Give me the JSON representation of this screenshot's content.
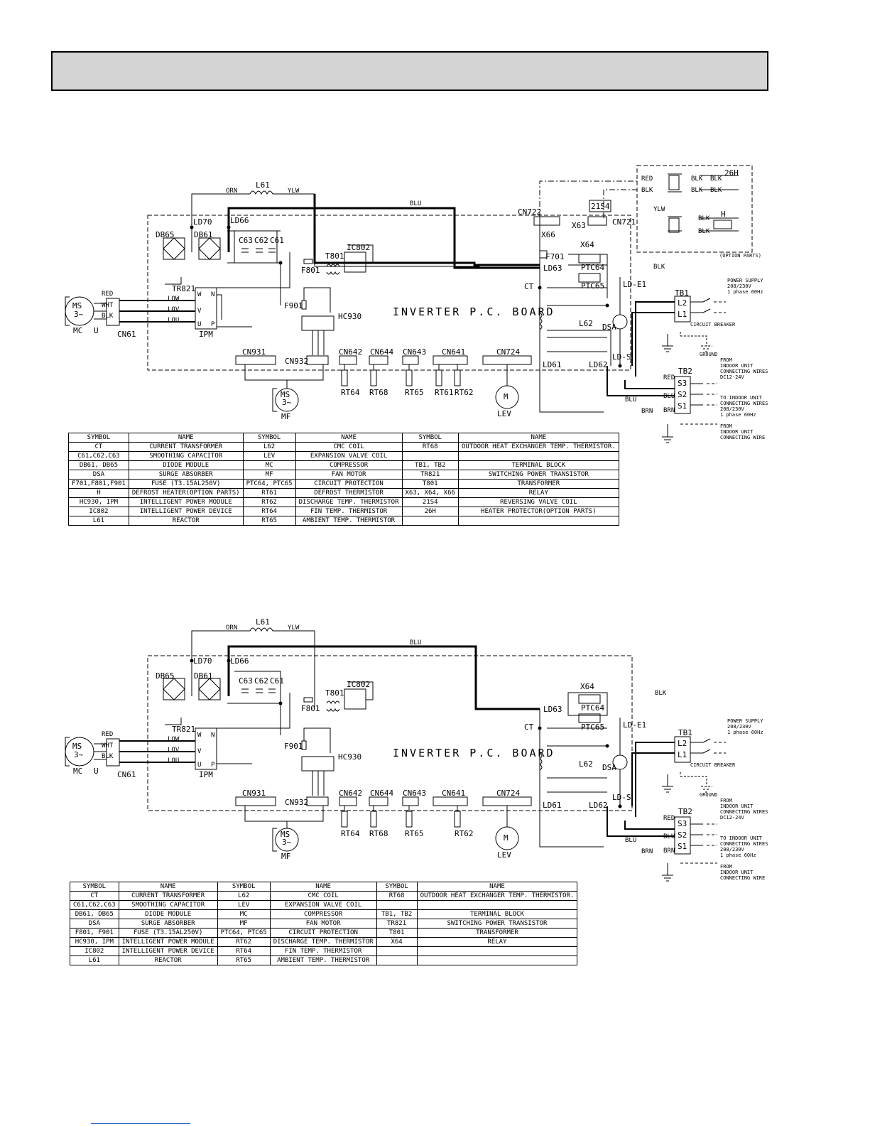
{
  "diagrams": [
    {
      "id": "top",
      "board_label": "INVERTER P.C. BOARD",
      "wires": {
        "orn": "ORN",
        "ylw": "YLW",
        "blu": "BLU",
        "blk": "BLK",
        "red": "RED",
        "wht": "WHT",
        "brn": "BRN",
        "yl": "YLW"
      },
      "components": {
        "l61": "L61",
        "ld70": "LD70",
        "ld66": "LD66",
        "db65": "DB65",
        "db61": "DB61",
        "c63": "C63",
        "c62": "C62",
        "c61": "C61",
        "f801": "F801",
        "t801": "T801",
        "ic802": "IC802",
        "tr821": "TR821",
        "ipm": "IPM",
        "f901": "F901",
        "hc930": "HC930",
        "cn722": "CN722",
        "cn721": "CN721",
        "s21s4": "21S4",
        "x66": "X66",
        "x63": "X63",
        "x64": "X64",
        "f701": "F701",
        "ld63": "LD63",
        "ptc64": "PTC64",
        "ptc65": "PTC65",
        "ct": "CT",
        "ld_e1": "LD-E1",
        "l62": "L62",
        "dsa": "DSA",
        "ld61": "LD61",
        "ld62": "LD62",
        "ld_s": "LD-S",
        "cn931": "CN931",
        "cn932": "CN932",
        "cn642": "CN642",
        "cn644": "CN644",
        "cn643": "CN643",
        "cn641": "CN641",
        "cn724": "CN724",
        "rt64": "RT64",
        "rt68": "RT68",
        "rt65": "RT65",
        "rt61": "RT61",
        "rt62": "RT62",
        "mf": "MF",
        "lev": "LEV",
        "mc": "MC",
        "cn61": "CN61",
        "ms": "MS",
        "three_phase": "3~",
        "m": "M",
        "u": "U",
        "v": "V",
        "w": "W",
        "n": "N",
        "p": "P",
        "low": "LOW",
        "lov": "LOV",
        "lou": "LOU",
        "tb1": "TB1",
        "tb2": "TB2",
        "l1": "L1",
        "l2": "L2",
        "s1": "S1",
        "s2": "S2",
        "s3": "S3",
        "h25": "26H",
        "h": "H"
      },
      "notes": {
        "option_parts": "(OPTION PARTS)",
        "power_supply": [
          "POWER SUPPLY",
          "208/230V",
          "1 phase 60Hz"
        ],
        "circuit_breaker": "CIRCUIT BREAKER",
        "ground": "GROUND",
        "from_indoor_1": [
          "FROM",
          "INDOOR UNIT",
          "CONNECTING WIRES",
          "DC12-24V"
        ],
        "to_indoor": [
          "TO INDOOR UNIT",
          "CONNECTING WIRES",
          "208/230V",
          "1 phase 60Hz"
        ],
        "from_indoor_2": [
          "FROM",
          "INDOOR UNIT",
          "CONNECTING WIRE"
        ]
      },
      "legend": {
        "headers": [
          "SYMBOL",
          "NAME",
          "SYMBOL",
          "NAME",
          "SYMBOL",
          "NAME"
        ],
        "rows": [
          [
            "CT",
            "CURRENT TRANSFORMER",
            "L62",
            "CMC COIL",
            "RT68",
            "OUTDOOR HEAT EXCHANGER TEMP. THERMISTOR."
          ],
          [
            "C61,C62,C63",
            "SMOOTHING CAPACITOR",
            "LEV",
            "EXPANSION VALVE COIL",
            "",
            ""
          ],
          [
            "DB61, DB65",
            "DIODE MODULE",
            "MC",
            "COMPRESSOR",
            "TB1, TB2",
            "TERMINAL BLOCK"
          ],
          [
            "DSA",
            "SURGE ABSORBER",
            "MF",
            "FAN MOTOR",
            "TR821",
            "SWITCHING POWER TRANSISTOR"
          ],
          [
            "F701,F801,F901",
            "FUSE (T3.15AL250V)",
            "PTC64, PTC65",
            "CIRCUIT PROTECTION",
            "T801",
            "TRANSFORMER"
          ],
          [
            "H",
            "DEFROST HEATER(OPTION PARTS)",
            "RT61",
            "DEFROST THERMISTOR",
            "X63, X64, X66",
            "RELAY"
          ],
          [
            "HC930, IPM",
            "INTELLIGENT POWER MODULE",
            "RT62",
            "DISCHARGE TEMP. THERMISTOR",
            "21S4",
            "REVERSING VALVE COIL"
          ],
          [
            "IC802",
            "INTELLIGENT POWER DEVICE",
            "RT64",
            "FIN TEMP. THERMISTOR",
            "26H",
            "HEATER PROTECTOR(OPTION PARTS)"
          ],
          [
            "L61",
            "REACTOR",
            "RT65",
            "AMBIENT TEMP. THERMISTOR",
            "",
            ""
          ]
        ]
      }
    },
    {
      "id": "bottom",
      "board_label": "INVERTER P.C. BOARD",
      "wires": {
        "orn": "ORN",
        "ylw": "YLW",
        "blu": "BLU",
        "blk": "BLK",
        "red": "RED",
        "wht": "WHT",
        "brn": "BRN"
      },
      "components": {
        "l61": "L61",
        "ld70": "LD70",
        "ld66": "LD66",
        "db65": "DB65",
        "db61": "DB61",
        "c63": "C63",
        "c62": "C62",
        "c61": "C61",
        "f801": "F801",
        "t801": "T801",
        "ic802": "IC802",
        "tr821": "TR821",
        "ipm": "IPM",
        "f901": "F901",
        "hc930": "HC930",
        "x64": "X64",
        "ld63": "LD63",
        "ptc64": "PTC64",
        "ptc65": "PTC65",
        "ct": "CT",
        "ld_e1": "LD-E1",
        "l62": "L62",
        "dsa": "DSA",
        "ld61": "LD61",
        "ld62": "LD62",
        "ld_s": "LD-S",
        "cn931": "CN931",
        "cn932": "CN932",
        "cn642": "CN642",
        "cn644": "CN644",
        "cn643": "CN643",
        "cn641": "CN641",
        "cn724": "CN724",
        "rt64": "RT64",
        "rt68": "RT68",
        "rt65": "RT65",
        "rt62": "RT62",
        "mf": "MF",
        "lev": "LEV",
        "mc": "MC",
        "cn61": "CN61",
        "ms": "MS",
        "three_phase": "3~",
        "m": "M",
        "u": "U",
        "v": "V",
        "w": "W",
        "n": "N",
        "p": "P",
        "low": "LOW",
        "lov": "LOV",
        "lou": "LOU",
        "tb1": "TB1",
        "tb2": "TB2",
        "l1": "L1",
        "l2": "L2",
        "s1": "S1",
        "s2": "S2",
        "s3": "S3"
      },
      "notes": {
        "power_supply": [
          "POWER SUPPLY",
          "208/230V",
          "1 phase 60Hz"
        ],
        "circuit_breaker": "CIRCUIT BREAKER",
        "ground": "GROUND",
        "from_indoor_1": [
          "FROM",
          "INDOOR UNIT",
          "CONNECTING WIRES",
          "DC12-24V"
        ],
        "to_indoor": [
          "TO INDOOR UNIT",
          "CONNECTING WIRES",
          "208/230V",
          "1 phase 60Hz"
        ],
        "from_indoor_2": [
          "FROM",
          "INDOOR UNIT",
          "CONNECTING WIRE"
        ]
      },
      "legend": {
        "headers": [
          "SYMBOL",
          "NAME",
          "SYMBOL",
          "NAME",
          "SYMBOL",
          "NAME"
        ],
        "rows": [
          [
            "CT",
            "CURRENT TRANSFORMER",
            "L62",
            "CMC COIL",
            "RT68",
            "OUTDOOR HEAT EXCHANGER TEMP. THERMISTOR."
          ],
          [
            "C61,C62,C63",
            "SMOOTHING CAPACITOR",
            "LEV",
            "EXPANSION VALVE COIL",
            "",
            ""
          ],
          [
            "DB61, DB65",
            "DIODE MODULE",
            "MC",
            "COMPRESSOR",
            "TB1, TB2",
            "TERMINAL BLOCK"
          ],
          [
            "DSA",
            "SURGE ABSORBER",
            "MF",
            "FAN MOTOR",
            "TR821",
            "SWITCHING POWER TRANSISTOR"
          ],
          [
            "F801, F901",
            "FUSE (T3.15AL250V)",
            "PTC64, PTC65",
            "CIRCUIT PROTECTION",
            "T801",
            "TRANSFORMER"
          ],
          [
            "HC930, IPM",
            "INTELLIGENT POWER MODULE",
            "RT62",
            "DISCHARGE TEMP. THERMISTOR",
            "X64",
            "RELAY"
          ],
          [
            "IC802",
            "INTELLIGENT POWER DEVICE",
            "RT64",
            "FIN TEMP. THERMISTOR",
            "",
            ""
          ],
          [
            "L61",
            "REACTOR",
            "RT65",
            "AMBIENT TEMP. THERMISTOR",
            "",
            ""
          ]
        ]
      }
    }
  ]
}
